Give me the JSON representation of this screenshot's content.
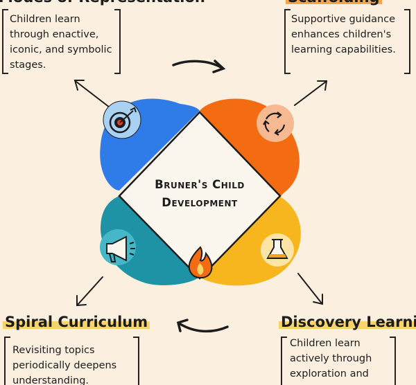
{
  "center": {
    "title": "Bruner's Child\nDevelopment"
  },
  "sections": {
    "top_left": {
      "heading": "Modes of Representation",
      "text": "Children learn\nthrough enactive,\niconic, and symbolic\nstages.",
      "icon": "target-icon",
      "color": "#2f7be8"
    },
    "top_right": {
      "heading": "Scaffolding",
      "text": "Supportive guidance\nenhances children's\nlearning capabilities.",
      "icon": "cycle-arrows-icon",
      "color": "#f46c12"
    },
    "bottom_left": {
      "heading": "Spiral Curriculum",
      "text": "Revisiting topics\nperiodically deepens\nunderstanding.",
      "icon": "megaphone-icon",
      "color": "#1e93a6"
    },
    "bottom_right": {
      "heading": "Discovery Learning",
      "text": "Children learn\nactively through\nexploration and",
      "icon": "flask-icon",
      "color": "#f7b51e"
    }
  },
  "center_icon": "flame-icon",
  "background": "#fbefe0"
}
